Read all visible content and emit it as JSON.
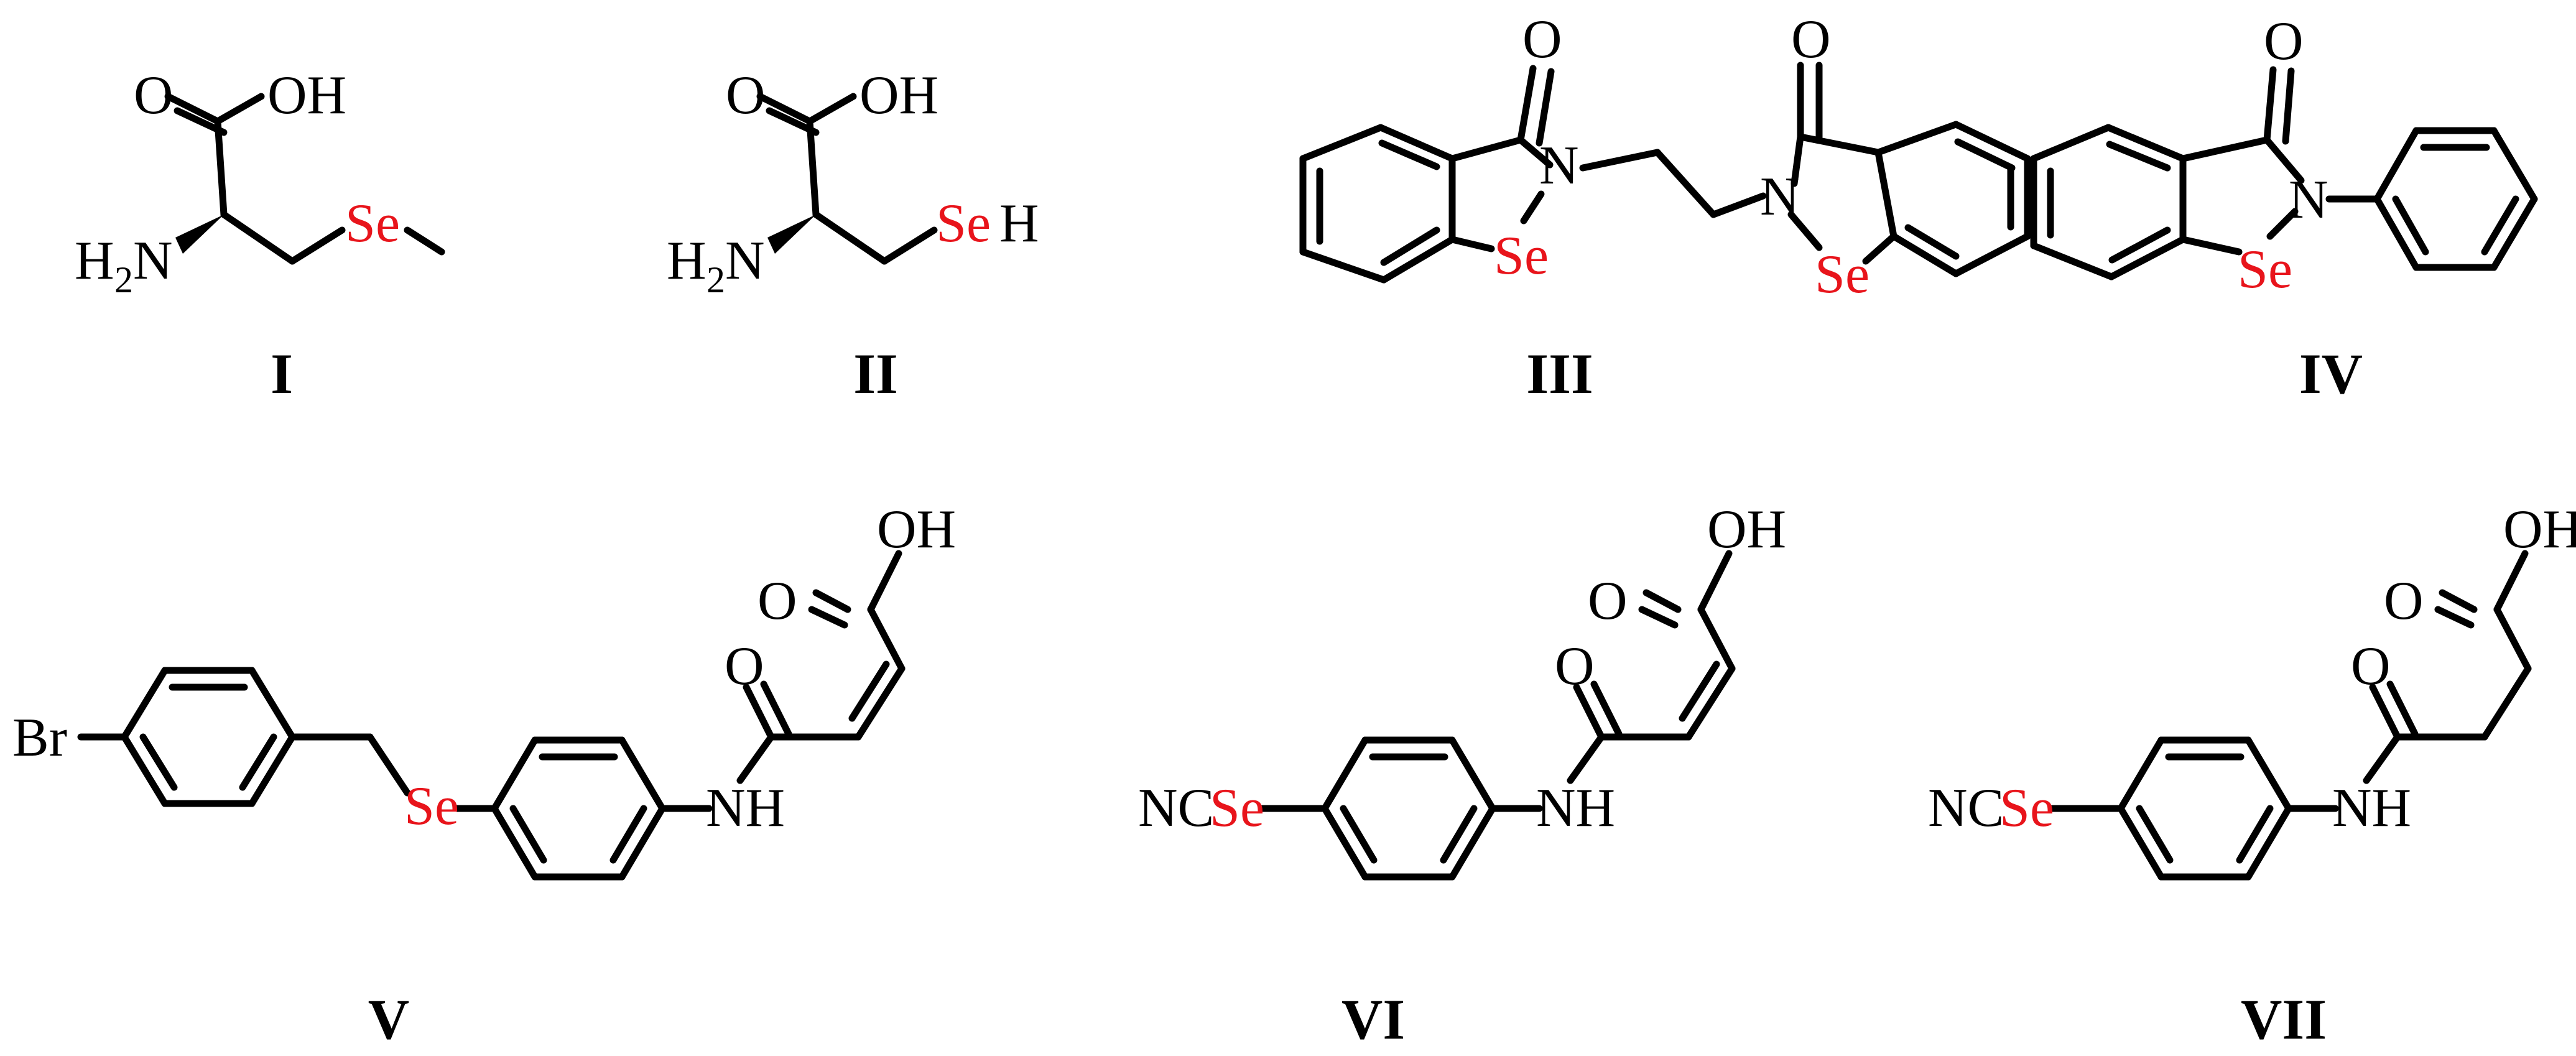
{
  "colors": {
    "bond": "#000000",
    "selenium": "#e8141b",
    "text": "#000000",
    "background": "#ffffff"
  },
  "compounds": [
    {
      "label": "I",
      "atoms": {
        "carbonyl_o": "O",
        "hydroxyl": "OH",
        "amine_h": "H",
        "amine_sub": "2",
        "amine_n": "N",
        "se": "Se"
      }
    },
    {
      "label": "II",
      "atoms": {
        "carbonyl_o": "O",
        "hydroxyl": "OH",
        "amine_h": "H",
        "amine_sub": "2",
        "amine_n": "N",
        "se": "Se",
        "se_h": "H"
      }
    },
    {
      "label": "III",
      "atoms": {
        "o_left": "O",
        "n_left": "N",
        "se_left": "Se",
        "o_right": "O",
        "n_right": "N",
        "se_right": "Se"
      }
    },
    {
      "label": "IV",
      "atoms": {
        "o": "O",
        "n": "N",
        "se": "Se"
      }
    },
    {
      "label": "V",
      "atoms": {
        "br": "Br",
        "se": "Se",
        "nh": "NH",
        "amide_o": "O",
        "acid_o": "O",
        "acid_oh": "OH"
      }
    },
    {
      "label": "VI",
      "atoms": {
        "nc": "NC",
        "se": "Se",
        "nh": "NH",
        "amide_o": "O",
        "acid_o": "O",
        "acid_oh": "OH"
      }
    },
    {
      "label": "VII",
      "atoms": {
        "nc": "NC",
        "se": "Se",
        "nh": "NH",
        "amide_o": "O",
        "acid_o": "O",
        "acid_oh": "OH"
      }
    }
  ]
}
